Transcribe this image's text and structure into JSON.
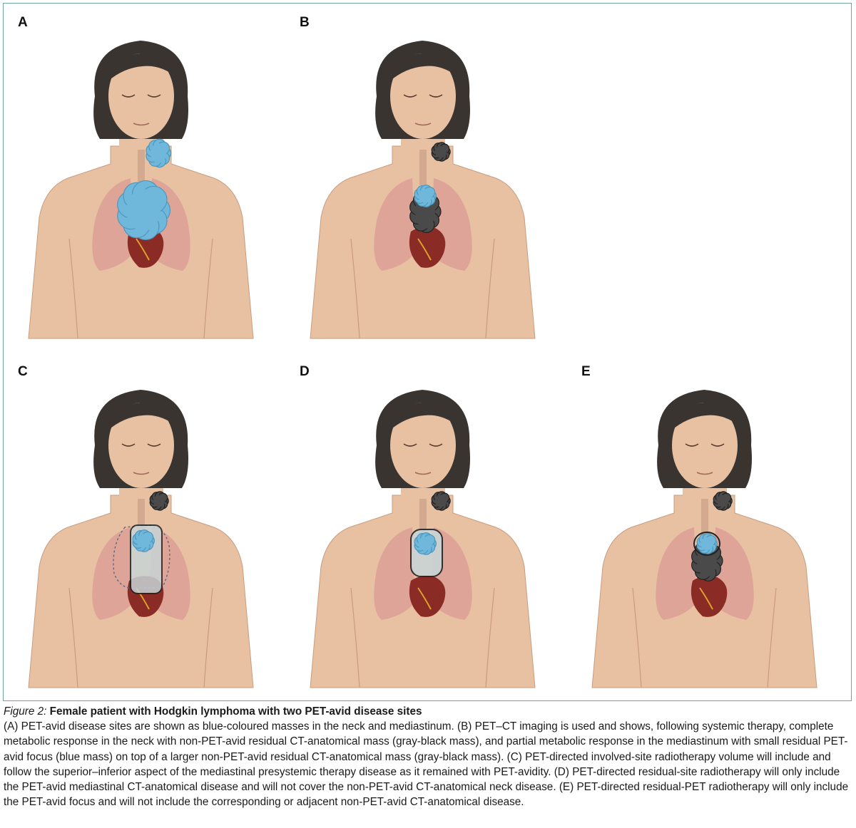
{
  "figure": {
    "panels": [
      {
        "label": "A",
        "neck": "avid",
        "mediastinum": "avid"
      },
      {
        "label": "B",
        "neck": "residual",
        "mediastinum": "residual-with-focus"
      },
      {
        "label": "C",
        "neck": "residual",
        "mediastinum": "involved-site"
      },
      {
        "label": "D",
        "neck": "residual",
        "mediastinum": "residual-site"
      },
      {
        "label": "E",
        "neck": "residual",
        "mediastinum": "residual-pet"
      }
    ],
    "colors": {
      "skin": "#e8c1a2",
      "hair": "#3a3431",
      "lung": "#d99a93",
      "heart": "#8a2b25",
      "pet_avid": "#6fb8dc",
      "residual_mass": "#4a4a4a",
      "frame_border": "#6fa69b"
    }
  },
  "caption": {
    "figure_label": "Figure 2:",
    "title": "Female patient with Hodgkin lymphoma with two PET-avid disease sites",
    "body": "(A) PET-avid disease sites are shown as blue-coloured masses in the neck and mediastinum. (B) PET–CT imaging is used and shows, following systemic therapy, complete metabolic response in the neck with non-PET-avid residual CT-anatomical mass (gray-black mass), and partial metabolic response in the mediastinum with small residual PET-avid focus (blue mass) on top of a larger non-PET-avid residual CT-anatomical mass (gray-black mass). (C) PET-directed involved-site radiotherapy volume will include and follow the superior–inferior aspect of the mediastinal presystemic therapy disease as it remained with PET-avidity. (D) PET-directed residual-site radiotherapy will only include the PET-avid mediastinal CT-anatomical disease and will not cover the non-PET-avid CT-anatomical neck disease. (E) PET-directed residual-PET radiotherapy will only include the PET-avid focus and will not include the corresponding or adjacent non-PET-avid CT-anatomical disease."
  }
}
